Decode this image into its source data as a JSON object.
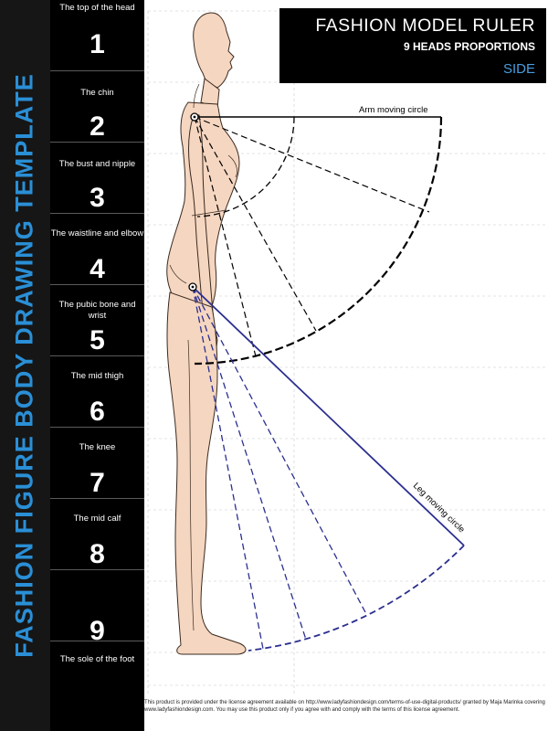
{
  "vertical_title": "FASHION  FIGURE  BODY  DRAWING  TEMPLATE",
  "header": {
    "title": "FASHION MODEL RULER",
    "subtitle": "9 HEADS PROPORTIONS",
    "view": "SIDE"
  },
  "heads": [
    {
      "label": "The top of the head",
      "number": "1"
    },
    {
      "label": "The chin",
      "number": "2"
    },
    {
      "label": "The bust and nipple",
      "number": "3"
    },
    {
      "label": "The waistline and elbow",
      "number": "4"
    },
    {
      "label": "The pubic bone and wrist",
      "number": "5"
    },
    {
      "label": "The mid thigh",
      "number": "6"
    },
    {
      "label": "The knee",
      "number": "7"
    },
    {
      "label": "The mid calf",
      "number": "8"
    },
    {
      "label": "",
      "number": "9"
    }
  ],
  "foot_label": "The sole of the foot",
  "annotations": {
    "arm_circle": "Arm moving circle",
    "leg_circle": "Leg moving circle"
  },
  "license_text": "This product is provided under the license agreement available on http://www.ladyfashiondesign.com/terms-of-use-digital-products/ granted by Maja Marinka covering www.ladyfashiondesign.com. You may use this product only if you agree with and comply with the terms of this license agreement.",
  "colors": {
    "accent_blue": "#2a8fd6",
    "leg_line": "#2b2f8f",
    "skin": "#f5d6c0",
    "panel": "#000000"
  }
}
